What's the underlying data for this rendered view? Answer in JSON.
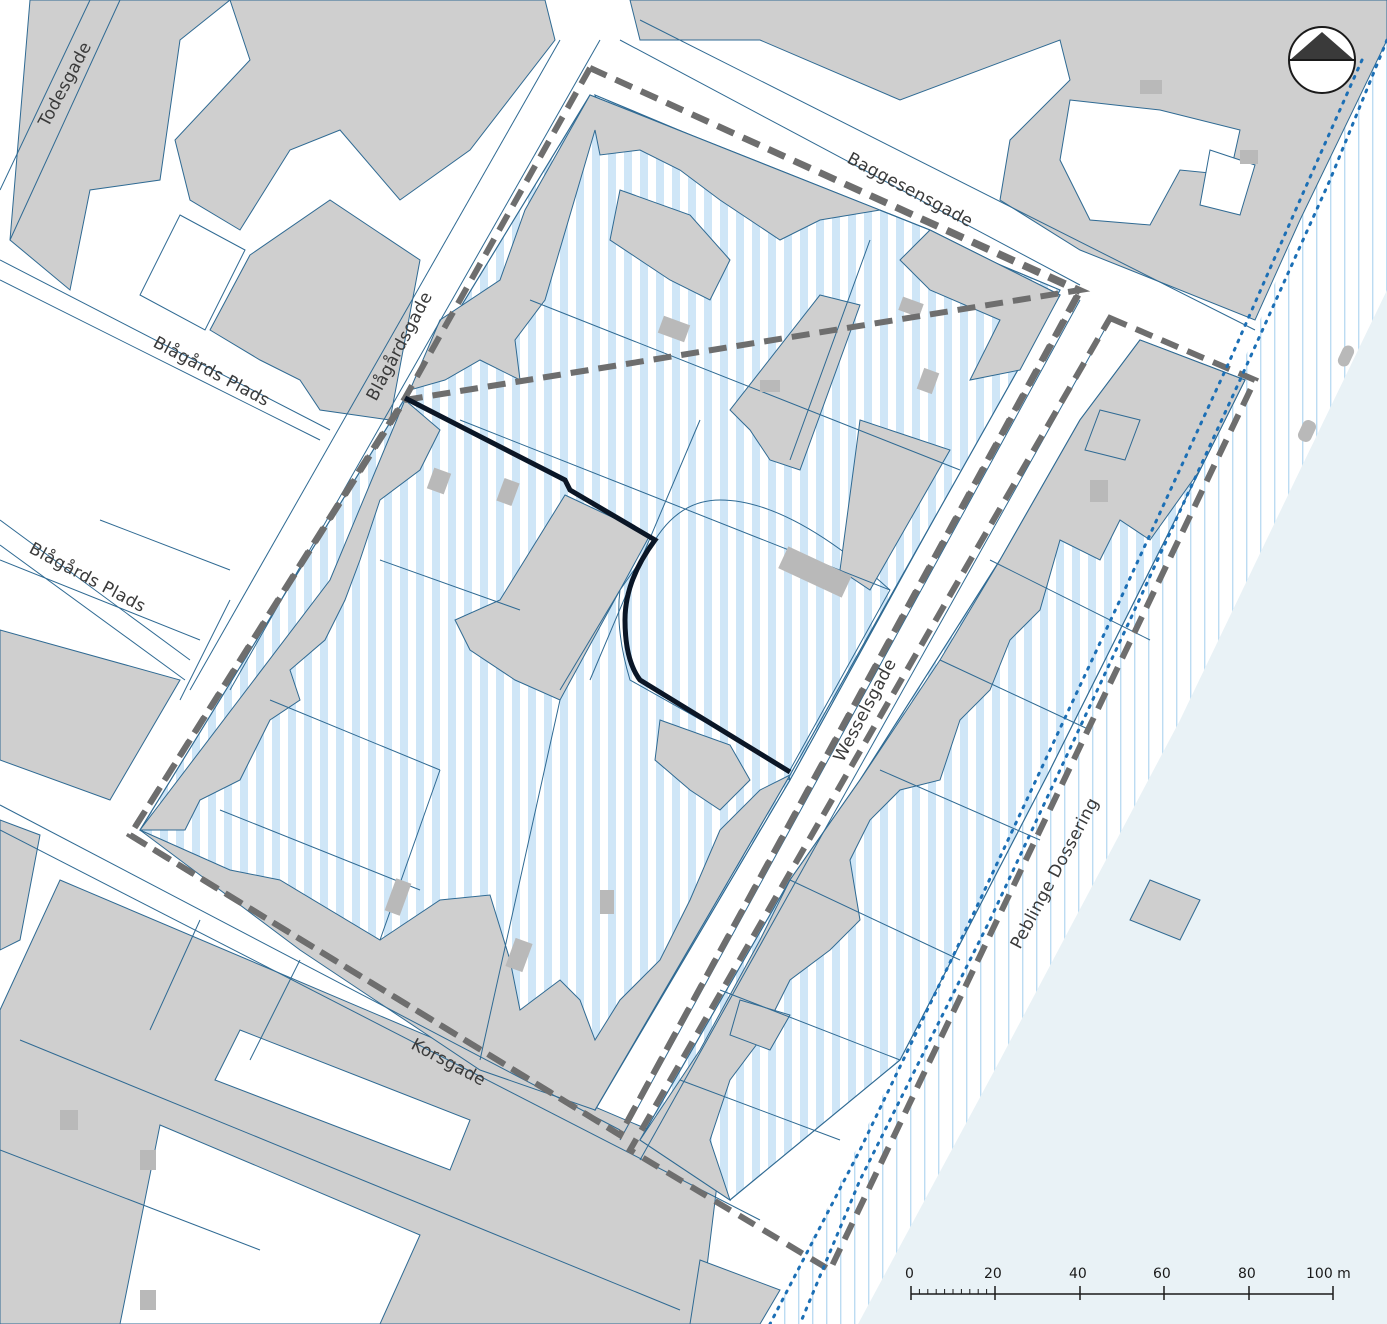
{
  "map": {
    "streets": {
      "todesgade": "Todesgade",
      "blagardsgade": "Blågårdsgade",
      "blagards_plads_1": "Blågårds Plads",
      "blagards_plads_2": "Blågårds Plads",
      "baggesensgade": "Baggesensgade",
      "wesselsgade": "Wesselsgade",
      "korsgade": "Korsgade",
      "peblinge_dossering": "Peblinge Dossering"
    },
    "scale_bar": {
      "ticks": [
        "0",
        "20",
        "40",
        "60",
        "80",
        "100 m"
      ]
    },
    "north_arrow": {
      "icon": "north-arrow-icon"
    },
    "colors": {
      "building": "#cfcfcf",
      "parcel_line": "#2f6a93",
      "hatch": "#cfe6f7",
      "water": "#e9f2f6",
      "boundary": "#6e6e6e",
      "dotted_line": "#1c6fb5",
      "bold_line": "#0b1626"
    }
  }
}
